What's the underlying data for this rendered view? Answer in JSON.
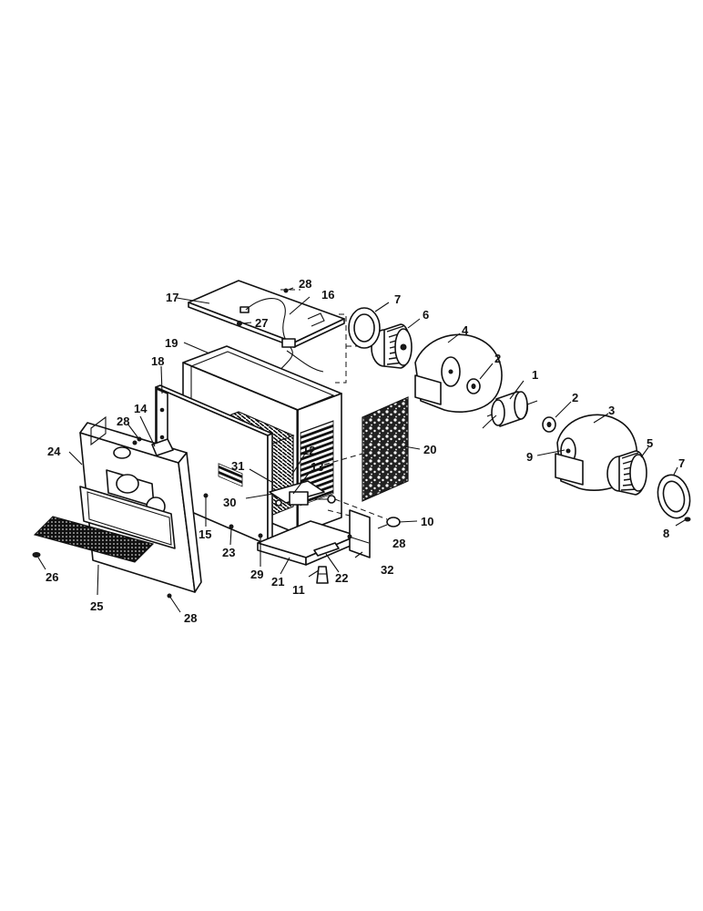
{
  "callouts": [
    "1",
    "2",
    "3",
    "4",
    "5",
    "6",
    "7",
    "8",
    "9",
    "10",
    "11",
    "12",
    "13",
    "14",
    "15",
    "16",
    "17",
    "18",
    "19",
    "20",
    "21",
    "22",
    "23",
    "24",
    "25",
    "26",
    "27",
    "28",
    "29",
    "30",
    "31",
    "32"
  ],
  "colors": {
    "ink": "#111111",
    "background": "#ffffff"
  }
}
